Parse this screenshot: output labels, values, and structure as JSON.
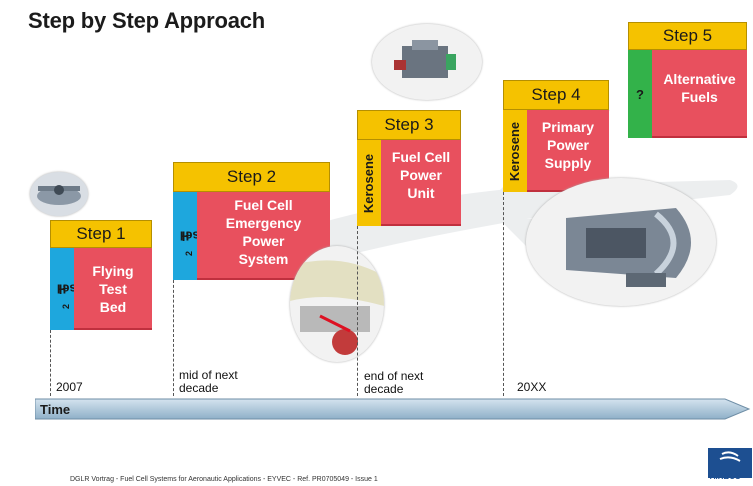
{
  "title": "Step by Step Approach",
  "steps": [
    {
      "label": "Step 1",
      "body": "Flying\nTest\nBed",
      "side": "H2 Vessel",
      "side_main": "H",
      "side_sub": "2",
      "side_rest": " Vessel"
    },
    {
      "label": "Step 2",
      "body": "Fuel Cell\nEmergency\nPower\nSystem",
      "side": "H2 Vessel",
      "side_main": "H",
      "side_sub": "2",
      "side_rest": " Vessel"
    },
    {
      "label": "Step 3",
      "body": "Fuel Cell\nPower\nUnit",
      "side": "Kerosene"
    },
    {
      "label": "Step 4",
      "body": "Primary\nPower\nSupply",
      "side": "Kerosene"
    },
    {
      "label": "Step 5",
      "body": "Alternative\nFuels",
      "side": "?"
    }
  ],
  "timeline": {
    "axis_label": "Time",
    "markers": [
      "2007",
      "mid of next\ndecade",
      "end of next\ndecade",
      "20XX"
    ]
  },
  "footer": "DGLR Vortrag - Fuel Cell Systems for Aeronautic Applications - EYVEC - Ref. PR0705049 - Issue 1",
  "logo_text": "AIRBUS",
  "colors": {
    "step_head": "#f5c200",
    "step_body": "#e8505e",
    "h2_side": "#1ea7dd",
    "kerosene_side": "#f5c200",
    "unknown_side": "#33b24a",
    "timeline": "#a9c6dc"
  }
}
